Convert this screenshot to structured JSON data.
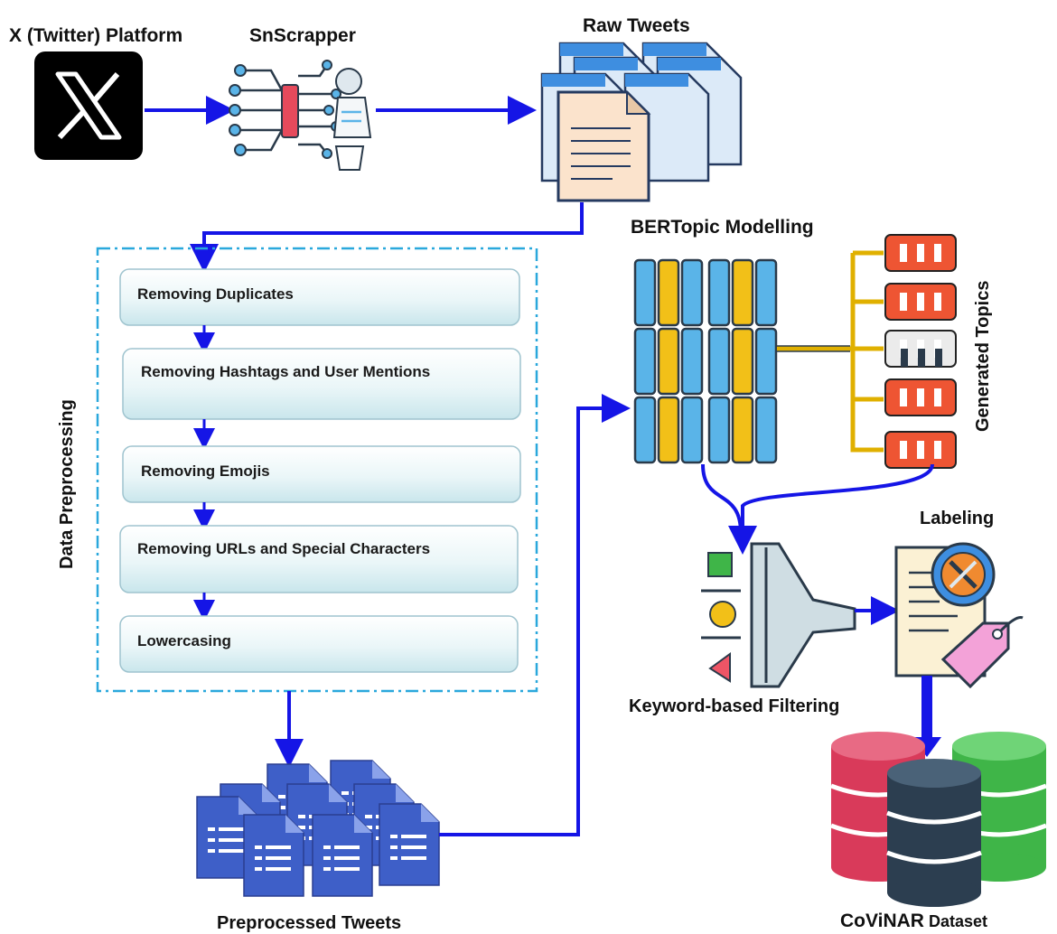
{
  "labels": {
    "x_platform": "X (Twitter) Platform",
    "snscrapper": "SnScrapper",
    "raw_tweets": "Raw Tweets",
    "bertopic": "BERTopic Modelling",
    "generated_topics": "Generated Topics",
    "data_preprocessing": "Data Preprocessing",
    "keyword_filtering": "Keyword-based Filtering",
    "labeling": "Labeling",
    "preprocessed_tweets": "Preprocessed Tweets",
    "dataset_bold": "CoViNAR",
    "dataset_rest": " Dataset"
  },
  "preprocessing_steps": [
    "Removing Duplicates",
    "Removing Hashtags and User Mentions",
    "Removing Emojis",
    "Removing URLs and Special Characters",
    "Lowercasing"
  ],
  "colors": {
    "arrow": "#1515e6",
    "dashed_border": "#2aa8dc",
    "server_blue": "#5ab4e8",
    "server_yellow": "#f2c018",
    "topic_red": "#ee5533",
    "connector_gold": "#e0b000",
    "doc_blue": "#3e5fc8",
    "db_red": "#d93a5a",
    "db_dark": "#2c3e50",
    "db_green": "#3fb548"
  }
}
